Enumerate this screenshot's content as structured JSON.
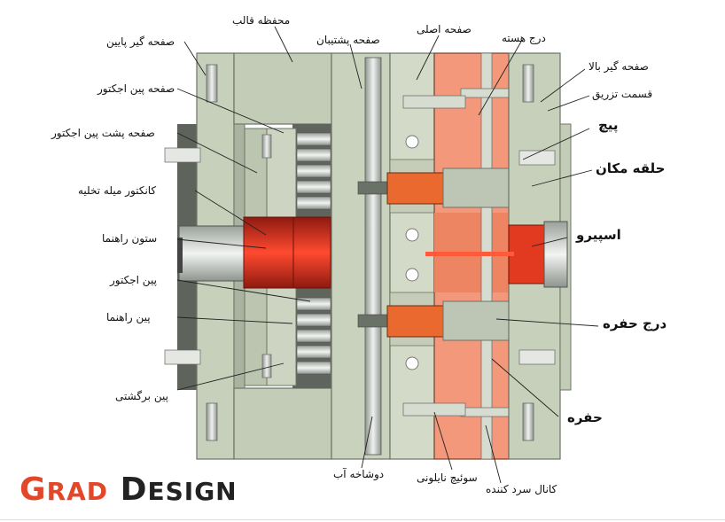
{
  "labels": {
    "mold_housing": "محفظه قالب",
    "back_plate": "صفحه پشتیبان",
    "main_plate": "صفحه اصلی",
    "core_insert": "درج هسته",
    "bottom_clamp_plate": "صفحه گیر پایین",
    "top_clamp_plate": "صفحه گیر بالا",
    "ejector_pin_plate": "صفحه پین اجکتور",
    "sprue_section": "قسمت تزریق",
    "ejector_pin_back_plate": "صفحه پشت پین اجکتور",
    "screw": "پیچ",
    "locating_ring": "حلقه مکان",
    "ejector_rod_connector": "کانکتور میله تخلیه",
    "guide_column": "ستون راهنما",
    "sprue": "اسپیرو",
    "ejector_pin": "پین اجکتور",
    "guide_pin": "پین راهنما",
    "cavity_insert": "درج حفره",
    "return_pin": "پین برگشتی",
    "cavity": "حفره",
    "water_fork": "دوشاخه آب",
    "nylon_switch": "سوئیچ نایلونی",
    "cooling_channel": "کانال سرد کننده"
  },
  "brand": {
    "first_initial": "G",
    "first_rest": "RAD",
    "second_initial": "D",
    "second_rest": "ESIGN"
  },
  "colors": {
    "plate_green": "#c9d2bd",
    "plate_dark": "#8a9484",
    "cavity_orange": "#f08a6a",
    "hot_red": "#e0331f",
    "metal_grey": "#cfd3d0",
    "brand_red": "#e2472a"
  }
}
